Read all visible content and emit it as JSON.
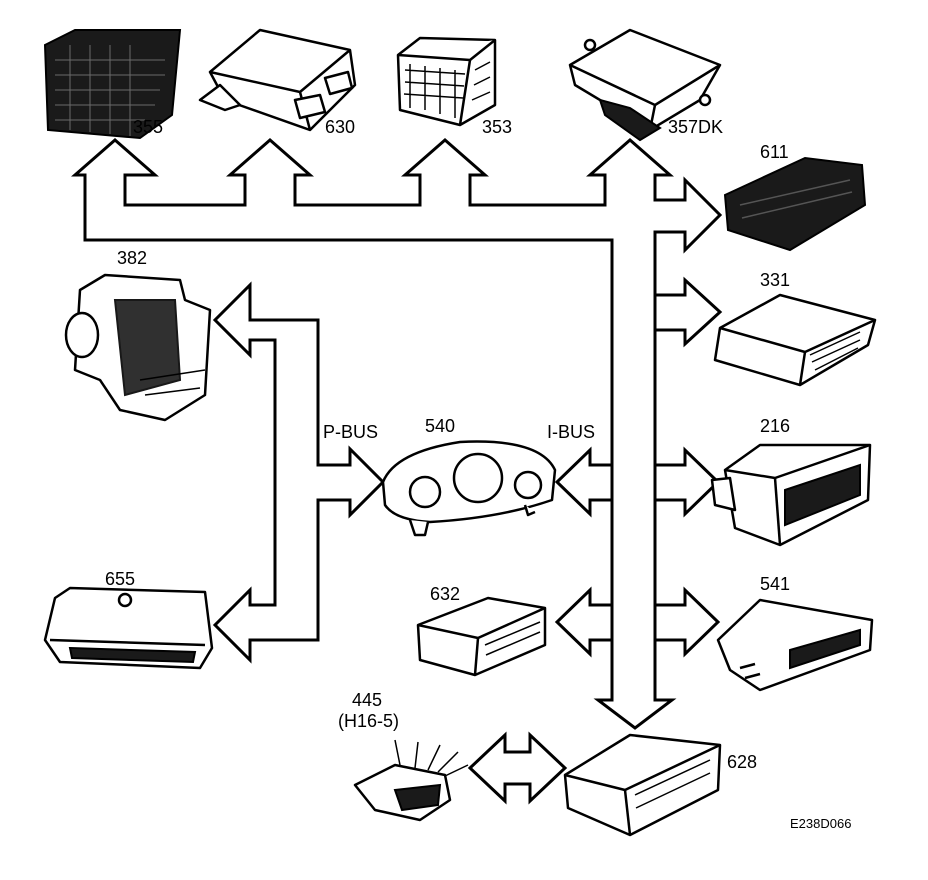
{
  "diagram": {
    "bus_labels": {
      "p_bus": "P-BUS",
      "i_bus": "I-BUS"
    },
    "modules": {
      "m355": "355",
      "m630": "630",
      "m353": "353",
      "m357": "357DK",
      "m611": "611",
      "m382": "382",
      "m331": "331",
      "m540": "540",
      "m216": "216",
      "m655": "655",
      "m632": "632",
      "m541": "541",
      "m445": "445",
      "m445_sub": "(H16-5)",
      "m628": "628"
    },
    "figure_code": "E238D066"
  }
}
